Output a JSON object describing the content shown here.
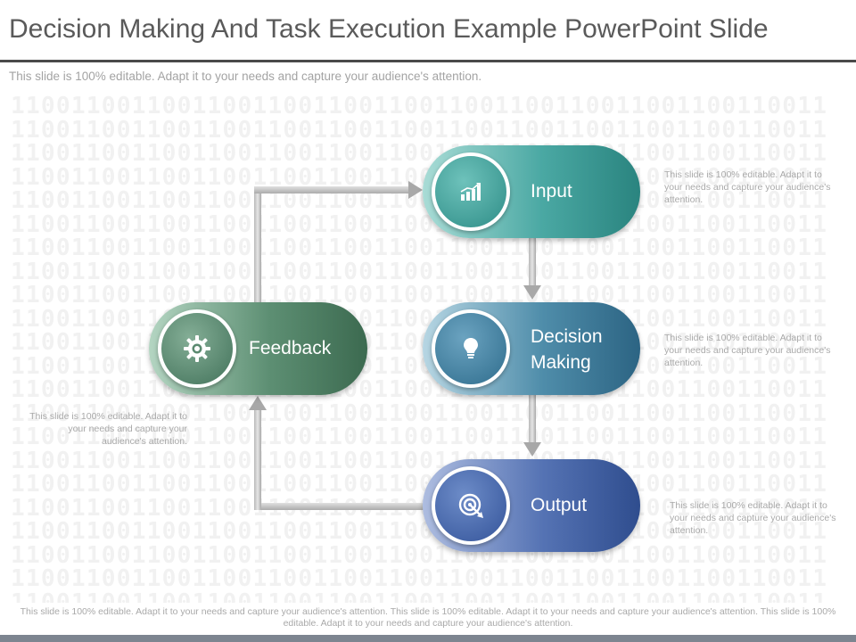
{
  "slide": {
    "title": "Decision Making And Task Execution Example PowerPoint Slide",
    "subtitle": "This slide is 100% editable. Adapt it to your needs and capture your audience's attention."
  },
  "background": {
    "binary_row_a": "110011001100110011001100110011001100110011001100110011",
    "binary_row_b": "110011001100110011001100110011001100110011001100110011"
  },
  "nodes": {
    "input": {
      "label": "Input",
      "icon": "bar-chart-icon",
      "color": "#2a847f"
    },
    "decision": {
      "label": "Decision Making",
      "icon": "lightbulb-icon",
      "color": "#2c6483"
    },
    "output": {
      "label": "Output",
      "icon": "target-icon",
      "color": "#2f4d8e"
    },
    "feedback": {
      "label": "Feedback",
      "icon": "gear-icon",
      "color": "#3c6a50"
    }
  },
  "notes": {
    "input": "This slide is 100% editable. Adapt it to your needs and capture your audience's attention.",
    "decision": "This slide is 100% editable. Adapt it to your needs and capture your audience's attention.",
    "output": "This slide is 100% editable. Adapt it to your needs and capture your audience's attention.",
    "feedback": "This slide is 100% editable. Adapt it to your needs and capture your audience's attention."
  },
  "footer": "This slide is 100% editable. Adapt it to your needs and capture your audience's attention. This slide is 100% editable. Adapt it to your needs and capture your audience's attention. This slide is 100% editable. Adapt it to your needs and capture your audience's attention."
}
